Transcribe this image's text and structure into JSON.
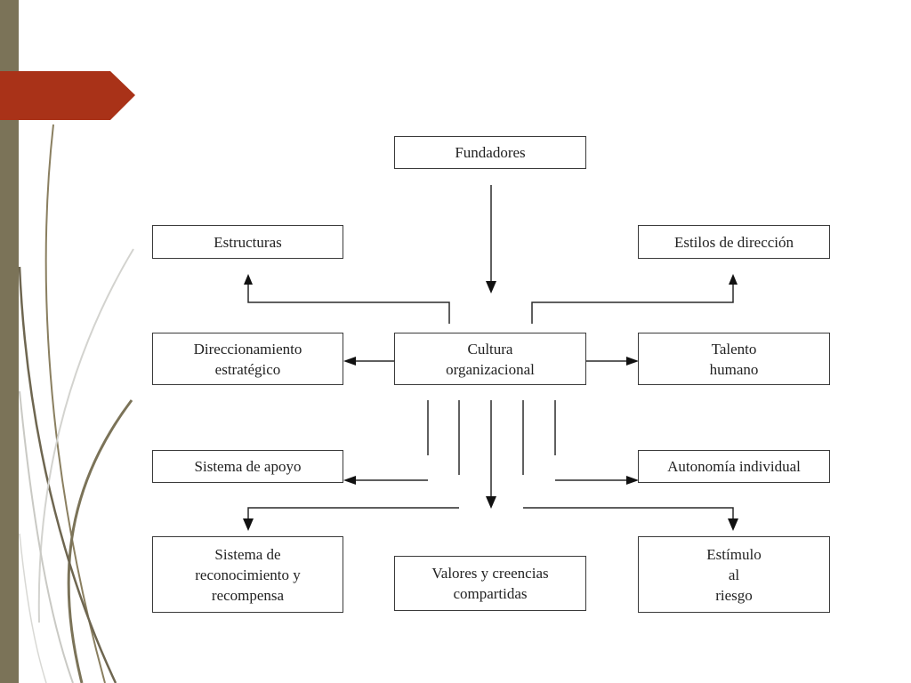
{
  "slide": {
    "accent_color": "#a93218",
    "sidebar_color": "#7b7358"
  },
  "diagram": {
    "nodes": {
      "fundadores": [
        "Fundadores"
      ],
      "estructuras": [
        "Estructuras"
      ],
      "estilos": [
        "Estilos de dirección"
      ],
      "direccionamiento": [
        "Direccionamiento",
        "estratégico"
      ],
      "cultura": [
        "Cultura",
        "organizacional"
      ],
      "talento": [
        "Talento",
        "humano"
      ],
      "sistema_apoyo": [
        "Sistema de apoyo"
      ],
      "autonomia": [
        "Autonomía individual"
      ],
      "reconocimiento": [
        "Sistema de",
        "reconocimiento y",
        "recompensa"
      ],
      "valores": [
        "Valores y creencias",
        "compartidas"
      ],
      "estimulo": [
        "Estímulo",
        "al",
        "riesgo"
      ]
    }
  }
}
